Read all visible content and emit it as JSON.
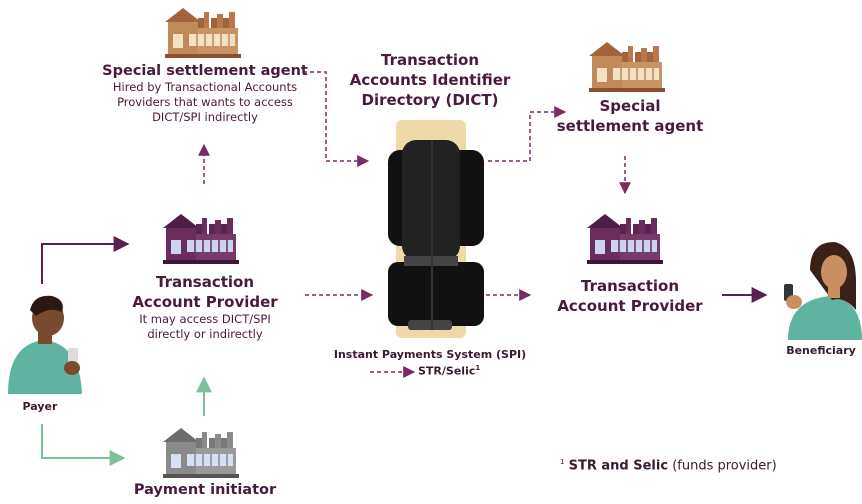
{
  "nodes": {
    "top_agent": {
      "title": "Special settlement agent",
      "desc": [
        "Hired by Transactional Accounts",
        "Providers that wants to access",
        "DICT/SPI indirectly"
      ]
    },
    "dict": {
      "title": [
        "Transaction",
        "Accounts Identifier",
        "Directory (DICT)"
      ]
    },
    "right_agent": {
      "title": [
        "Special",
        "settlement agent"
      ]
    },
    "left_provider": {
      "title": [
        "Transaction",
        "Account Provider"
      ],
      "desc": [
        "It may access DICT/SPI",
        "directly or indirectly"
      ]
    },
    "right_provider": {
      "title": [
        "Transaction",
        "Account Provider"
      ]
    },
    "spi": {
      "label": "Instant Payments System (SPI)"
    },
    "str_legend": {
      "label": "STR/Selic",
      "sup": "1"
    },
    "payer": {
      "label": "Payer"
    },
    "beneficiary": {
      "label": "Beneficiary"
    },
    "payment_initiator": {
      "label": "Payment initiator"
    },
    "footnote": {
      "sup": "1",
      "bold": "STR and Selic",
      "rest": "(funds provider)"
    }
  },
  "colors": {
    "dark_purple": "#5b1f4b",
    "dashed_arrow": "#7a2b62",
    "green_arrow": "#7fbf9a",
    "tan_building": "#c08a5a",
    "purple_building": "#6b2d5c",
    "gray_building": "#8a8a8a",
    "server_frame": "#eed9a8",
    "server_body": "#111111",
    "skin": "#7a4a2e",
    "shirt_teal": "#5fb3a0"
  },
  "icons": [
    "building-icon",
    "server-icon",
    "person-icon",
    "phone-icon"
  ]
}
